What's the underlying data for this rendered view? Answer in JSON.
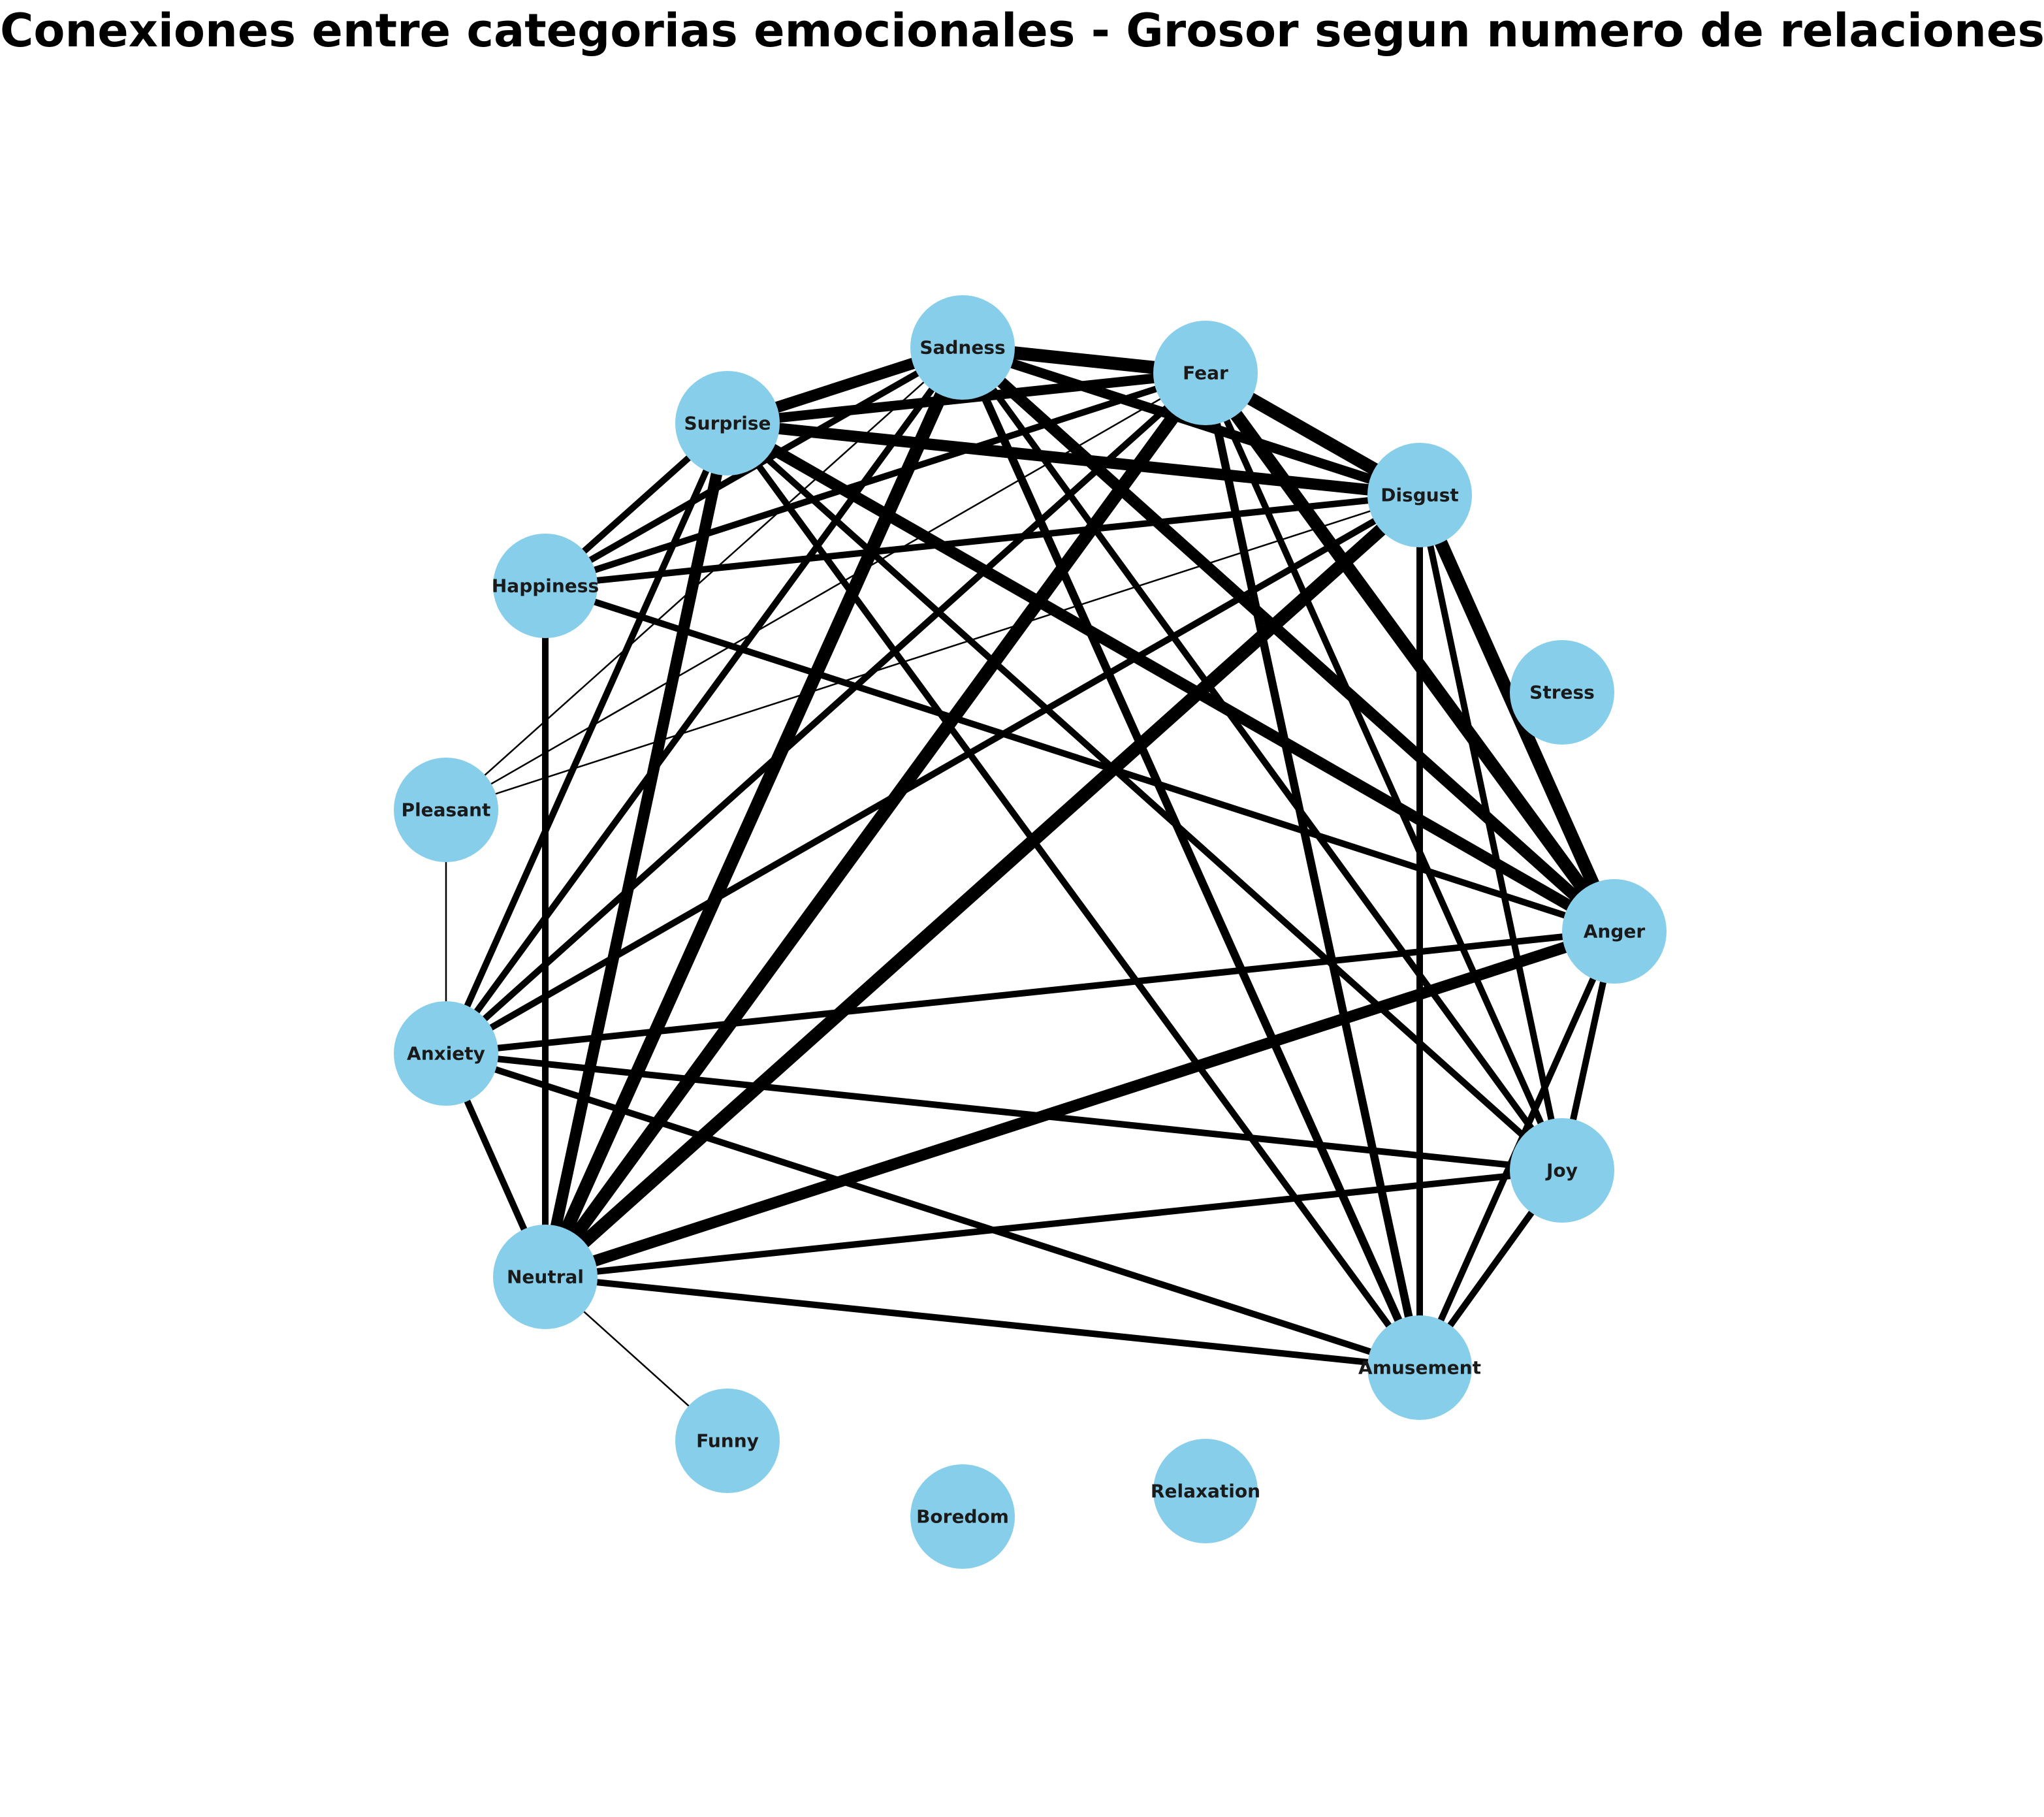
{
  "title": "Conexiones entre categorias emocionales - Grosor segun numero de relaciones",
  "colors": {
    "node": "#87ceeb",
    "edge": "#000000",
    "label": "#1a1a1a",
    "background": "#ffffff"
  },
  "nodes": [
    {
      "id": "Sadness",
      "label": "Sadness"
    },
    {
      "id": "Fear",
      "label": "Fear"
    },
    {
      "id": "Surprise",
      "label": "Surprise"
    },
    {
      "id": "Disgust",
      "label": "Disgust"
    },
    {
      "id": "Happiness",
      "label": "Happiness"
    },
    {
      "id": "Stress",
      "label": "Stress"
    },
    {
      "id": "Pleasant",
      "label": "Pleasant"
    },
    {
      "id": "Anger",
      "label": "Anger"
    },
    {
      "id": "Anxiety",
      "label": "Anxiety"
    },
    {
      "id": "Joy",
      "label": "Joy"
    },
    {
      "id": "Neutral",
      "label": "Neutral"
    },
    {
      "id": "Amusement",
      "label": "Amusement"
    },
    {
      "id": "Funny",
      "label": "Funny"
    },
    {
      "id": "Relaxation",
      "label": "Relaxation"
    },
    {
      "id": "Boredom",
      "label": "Boredom"
    }
  ],
  "edges": [
    {
      "source": "Sadness",
      "target": "Fear",
      "weight": 8
    },
    {
      "source": "Sadness",
      "target": "Surprise",
      "weight": 7
    },
    {
      "source": "Sadness",
      "target": "Disgust",
      "weight": 6
    },
    {
      "source": "Sadness",
      "target": "Anger",
      "weight": 7
    },
    {
      "source": "Sadness",
      "target": "Happiness",
      "weight": 4
    },
    {
      "source": "Sadness",
      "target": "Pleasant",
      "weight": 1
    },
    {
      "source": "Sadness",
      "target": "Anxiety",
      "weight": 4
    },
    {
      "source": "Sadness",
      "target": "Neutral",
      "weight": 8
    },
    {
      "source": "Sadness",
      "target": "Joy",
      "weight": 4
    },
    {
      "source": "Sadness",
      "target": "Amusement",
      "weight": 5
    },
    {
      "source": "Fear",
      "target": "Surprise",
      "weight": 6
    },
    {
      "source": "Fear",
      "target": "Disgust",
      "weight": 8
    },
    {
      "source": "Fear",
      "target": "Anger",
      "weight": 8
    },
    {
      "source": "Fear",
      "target": "Happiness",
      "weight": 4
    },
    {
      "source": "Fear",
      "target": "Pleasant",
      "weight": 1
    },
    {
      "source": "Fear",
      "target": "Anxiety",
      "weight": 4
    },
    {
      "source": "Fear",
      "target": "Neutral",
      "weight": 8
    },
    {
      "source": "Fear",
      "target": "Joy",
      "weight": 4
    },
    {
      "source": "Fear",
      "target": "Amusement",
      "weight": 5
    },
    {
      "source": "Surprise",
      "target": "Disgust",
      "weight": 7
    },
    {
      "source": "Surprise",
      "target": "Anger",
      "weight": 7
    },
    {
      "source": "Surprise",
      "target": "Happiness",
      "weight": 4
    },
    {
      "source": "Surprise",
      "target": "Anxiety",
      "weight": 4
    },
    {
      "source": "Surprise",
      "target": "Neutral",
      "weight": 7
    },
    {
      "source": "Surprise",
      "target": "Joy",
      "weight": 4
    },
    {
      "source": "Surprise",
      "target": "Amusement",
      "weight": 4
    },
    {
      "source": "Disgust",
      "target": "Anger",
      "weight": 8
    },
    {
      "source": "Disgust",
      "target": "Happiness",
      "weight": 4
    },
    {
      "source": "Disgust",
      "target": "Pleasant",
      "weight": 1
    },
    {
      "source": "Disgust",
      "target": "Anxiety",
      "weight": 4
    },
    {
      "source": "Disgust",
      "target": "Neutral",
      "weight": 8
    },
    {
      "source": "Disgust",
      "target": "Joy",
      "weight": 4
    },
    {
      "source": "Disgust",
      "target": "Amusement",
      "weight": 4
    },
    {
      "source": "Happiness",
      "target": "Anger",
      "weight": 4
    },
    {
      "source": "Happiness",
      "target": "Neutral",
      "weight": 4
    },
    {
      "source": "Pleasant",
      "target": "Anxiety",
      "weight": 1
    },
    {
      "source": "Anger",
      "target": "Anxiety",
      "weight": 4
    },
    {
      "source": "Anger",
      "target": "Neutral",
      "weight": 7
    },
    {
      "source": "Anger",
      "target": "Joy",
      "weight": 4
    },
    {
      "source": "Anger",
      "target": "Amusement",
      "weight": 4
    },
    {
      "source": "Anxiety",
      "target": "Neutral",
      "weight": 4
    },
    {
      "source": "Anxiety",
      "target": "Joy",
      "weight": 4
    },
    {
      "source": "Anxiety",
      "target": "Amusement",
      "weight": 4
    },
    {
      "source": "Joy",
      "target": "Neutral",
      "weight": 4
    },
    {
      "source": "Joy",
      "target": "Amusement",
      "weight": 4
    },
    {
      "source": "Neutral",
      "target": "Amusement",
      "weight": 4
    },
    {
      "source": "Neutral",
      "target": "Funny",
      "weight": 1
    }
  ]
}
